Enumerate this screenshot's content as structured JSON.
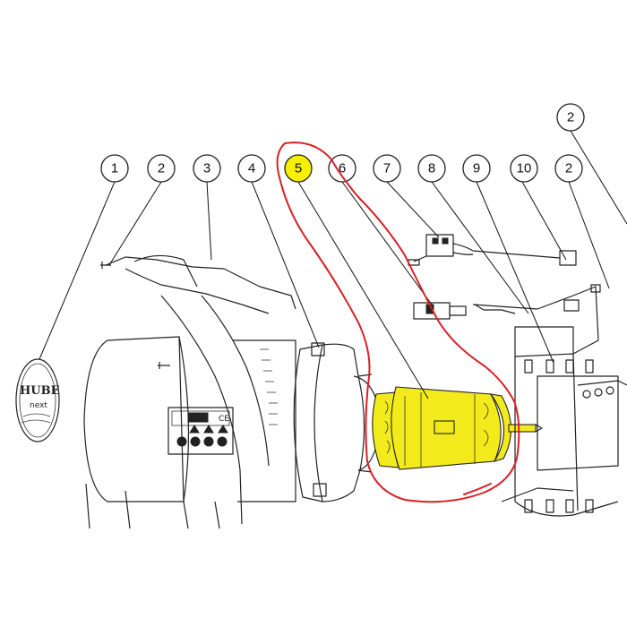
{
  "callouts": [
    {
      "label": "1",
      "highlighted": false
    },
    {
      "label": "2",
      "highlighted": false
    },
    {
      "label": "3",
      "highlighted": false
    },
    {
      "label": "4",
      "highlighted": false
    },
    {
      "label": "5",
      "highlighted": true
    },
    {
      "label": "6",
      "highlighted": false
    },
    {
      "label": "7",
      "highlighted": false
    },
    {
      "label": "8",
      "highlighted": false
    },
    {
      "label": "9",
      "highlighted": false
    },
    {
      "label": "10",
      "highlighted": false
    },
    {
      "label": "2",
      "highlighted": false
    },
    {
      "label": "2",
      "highlighted": false
    }
  ],
  "highlight_color": "#f6f000",
  "annotation_color": "#d81f26",
  "logo": {
    "text_main": "HUBE",
    "text_sub": "next"
  },
  "plate": {
    "text": "CE"
  }
}
